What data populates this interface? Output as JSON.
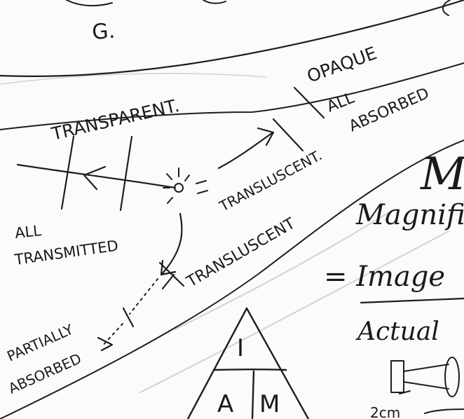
{
  "labels": {
    "g": "G.",
    "transparent": "TRANSPARENT.",
    "all_transmitted_1": "ALL",
    "all_transmitted_2": "TRANSMITTED",
    "opaque": "OPAQUE",
    "all_absorbed_1": "ALL",
    "all_absorbed_2": "ABSORBED",
    "translucent_upper": "TRANSLUSCENT.",
    "translucent_lower": "TRANSLUSCENT",
    "partially_absorbed_1": "PARTIALLY",
    "partially_absorbed_2": "ABSORBED",
    "big_m": "M",
    "magnification": "Magnific",
    "image_eq": "= Image",
    "actual": "Actual",
    "triangle_top": "I",
    "triangle_left": "A",
    "triangle_right": "M",
    "scale": "2cm"
  }
}
